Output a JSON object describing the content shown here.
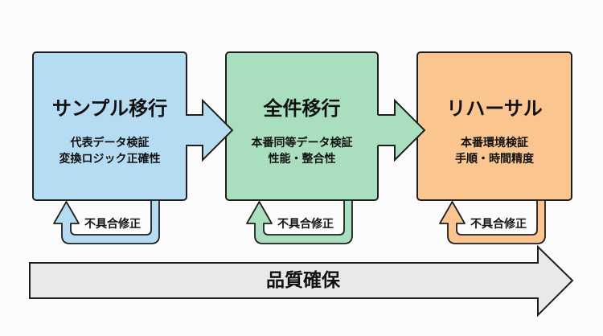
{
  "stages": [
    {
      "title": "サンプル移行",
      "details": [
        "代表データ検証",
        "変換ロジック正確性"
      ],
      "color": "#b5dcf2",
      "loop_label": "不具合修正"
    },
    {
      "title": "全件移行",
      "details": [
        "本番同等データ検証",
        "性能・整合性"
      ],
      "color": "#a9dfbf",
      "loop_label": "不具合修正"
    },
    {
      "title": "リハーサル",
      "details": [
        "本番環境検証",
        "手順・時間精度"
      ],
      "color": "#fbc58f",
      "loop_label": "不具合修正"
    }
  ],
  "foundation": {
    "label": "品質確保",
    "color": "#e9e9e9"
  }
}
